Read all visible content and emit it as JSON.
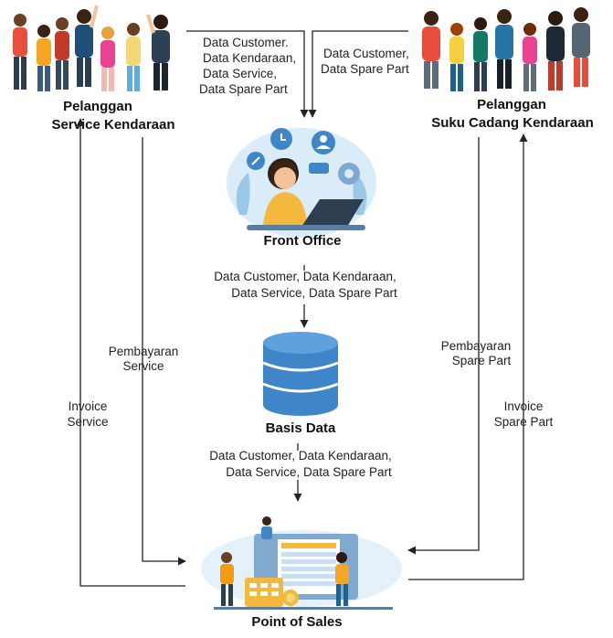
{
  "nodes": {
    "pelanggan_service": {
      "line1": "Pelanggan",
      "line2": "Service Kendaraan"
    },
    "pelanggan_suku": {
      "line1": "Pelanggan",
      "line2": "Suku Cadang Kendaraan"
    },
    "front_office": {
      "label": "Front Office"
    },
    "basis_data": {
      "label": "Basis Data"
    },
    "pos": {
      "label": "Point of Sales"
    }
  },
  "edges": {
    "service_to_fo": [
      "Data Customer.",
      "Data Kendaraan,",
      "Data Service,",
      "Data Spare Part"
    ],
    "suku_to_fo": [
      "Data Customer,",
      "Data Spare Part"
    ],
    "fo_to_db": [
      "Data Customer, Data Kendaraan,",
      "Data Service, Data Spare Part"
    ],
    "db_to_pos": [
      "Data Customer, Data Kendaraan,",
      "Data Service, Data Spare Part"
    ],
    "pembayaran_service": [
      "Pembayaran",
      "Service"
    ],
    "invoice_service": [
      "Invoice",
      "Service"
    ],
    "pembayaran_spare": [
      "Pembayaran",
      "Spare Part"
    ],
    "invoice_spare": [
      "Invoice",
      "Spare Part"
    ]
  },
  "colors": {
    "accent_blue": "#3f86c9",
    "light_blue": "#d9ecf8",
    "skin": "#f2c29b",
    "yellow": "#f4b83c"
  }
}
